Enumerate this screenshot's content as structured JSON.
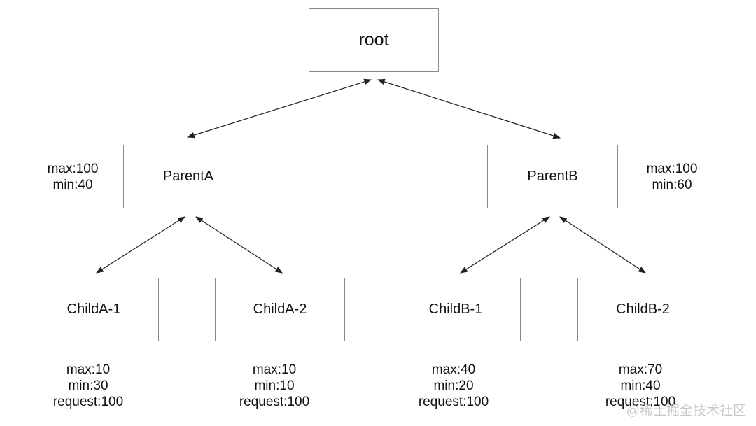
{
  "nodes": {
    "root": "root",
    "parentA": "ParentA",
    "parentB": "ParentB",
    "childA1": "ChildA-1",
    "childA2": "ChildA-2",
    "childB1": "ChildB-1",
    "childB2": "ChildB-2"
  },
  "annotations": {
    "parentA": {
      "max": "max:100",
      "min": "min:40"
    },
    "parentB": {
      "max": "max:100",
      "min": "min:60"
    },
    "childA1": {
      "max": "max:10",
      "min": "min:30",
      "request": "request:100"
    },
    "childA2": {
      "max": "max:10",
      "min": "min:10",
      "request": "request:100"
    },
    "childB1": {
      "max": "max:40",
      "min": "min:20",
      "request": "request:100"
    },
    "childB2": {
      "max": "max:70",
      "min": "min:40",
      "request": "request:100"
    }
  },
  "watermark": "@稀土掘金技术社区",
  "colors": {
    "border": "#8a8a8a",
    "arrow": "#222222",
    "text": "#111111"
  }
}
